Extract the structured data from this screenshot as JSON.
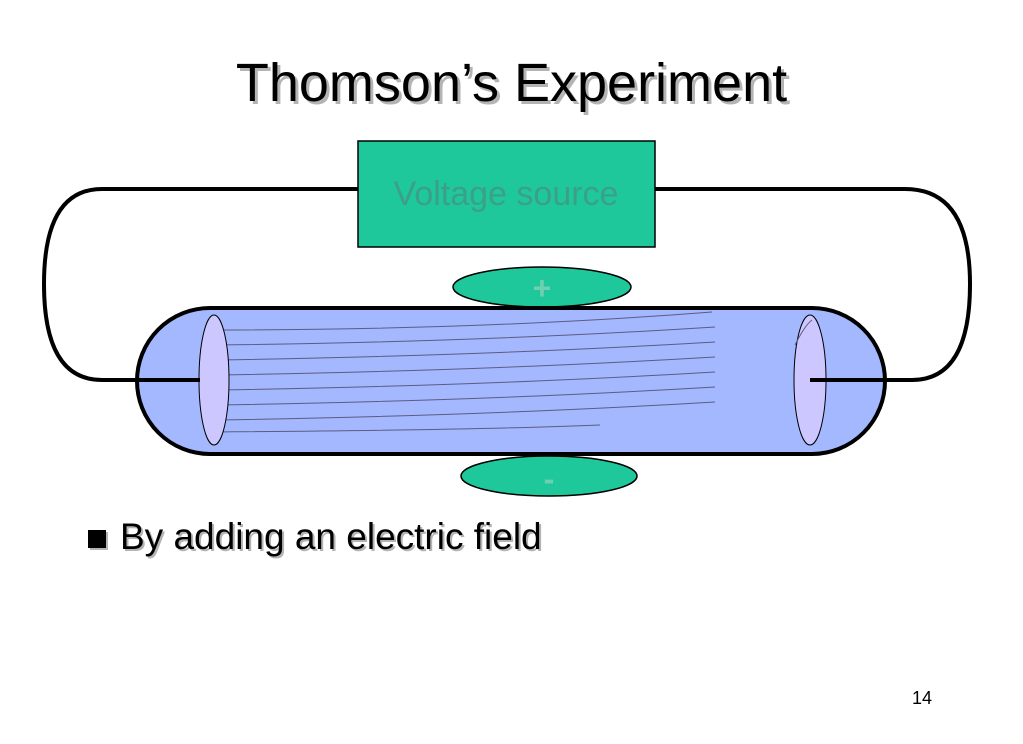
{
  "slide": {
    "title": "Thomson’s Experiment",
    "bullet": "By adding an electric field",
    "page_number": "14"
  },
  "diagram": {
    "voltage_label": "Voltage source",
    "plus_label": "+",
    "minus_label": "-",
    "colors": {
      "voltage_box": "#1ec89a",
      "plate": "#1ec89a",
      "tube": "#a3b8ff",
      "electrode": "#cdc7ff",
      "beam": "#6a6a8a",
      "label_muted": "#8a8a8a"
    }
  }
}
